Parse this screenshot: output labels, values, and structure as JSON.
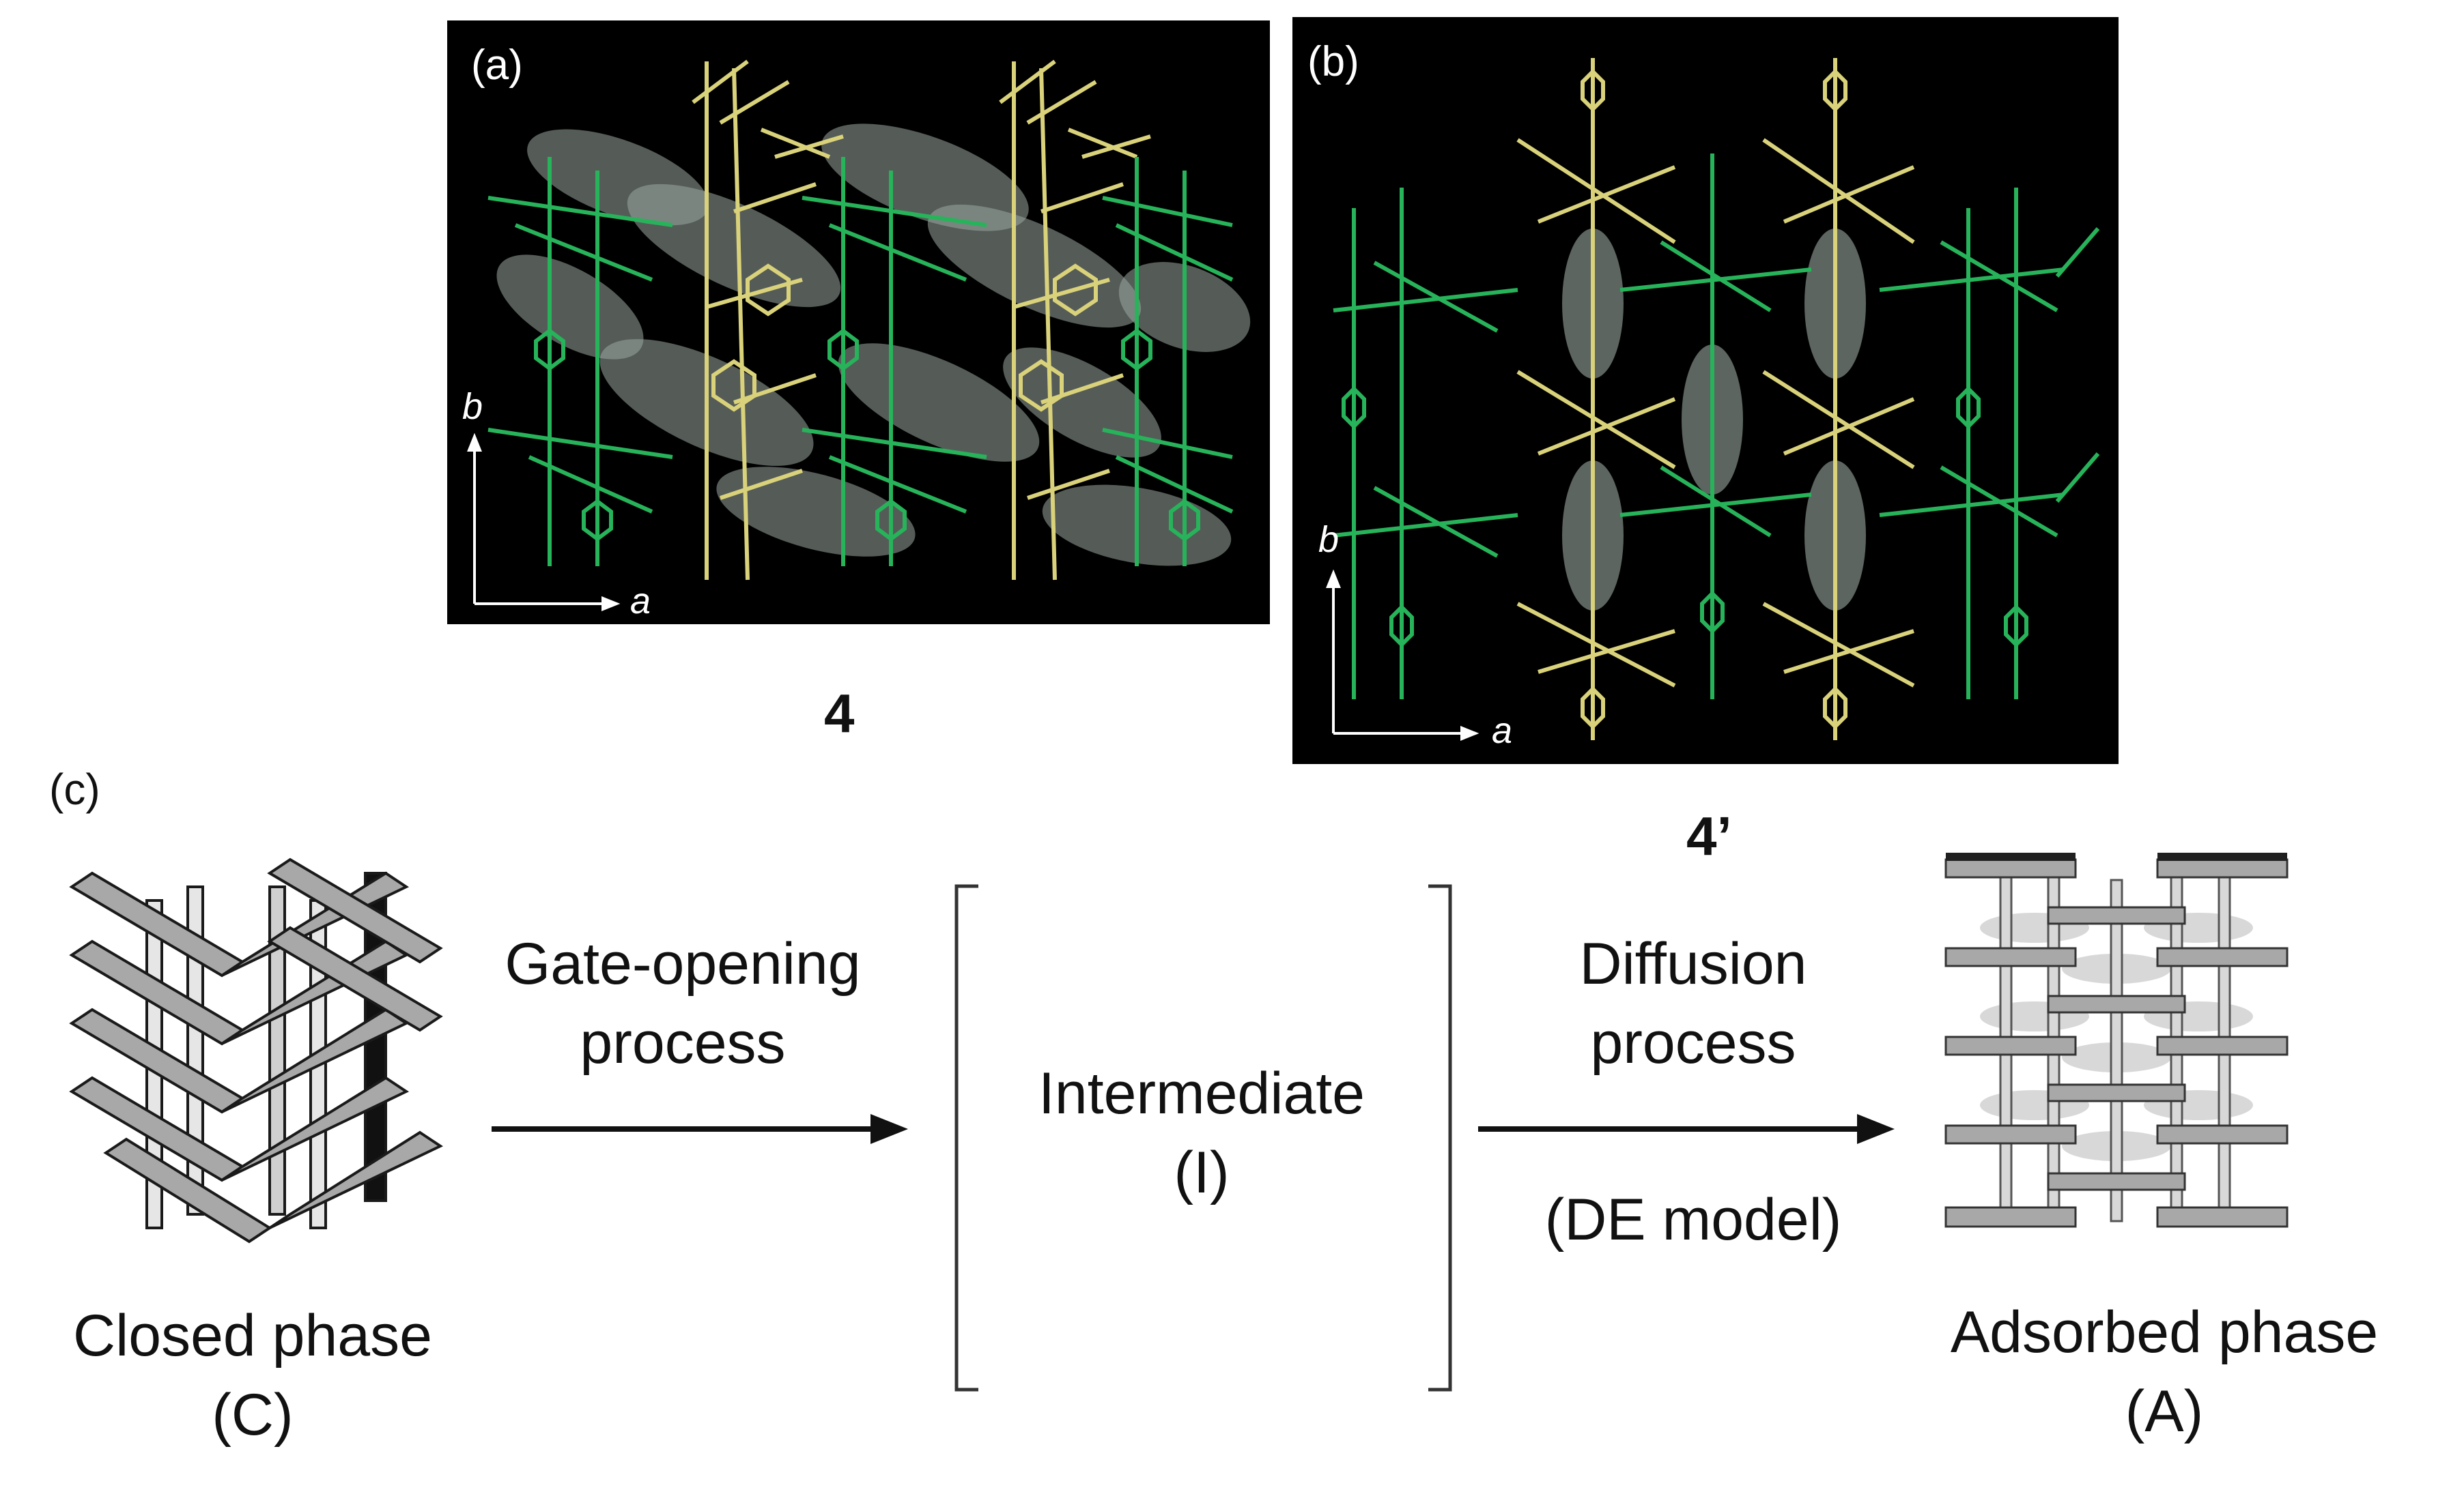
{
  "panels": {
    "a": {
      "label": "(a)",
      "axis_x": "a",
      "axis_y": "b"
    },
    "b": {
      "label": "(b)",
      "axis_x": "a",
      "axis_y": "b"
    }
  },
  "compounds": {
    "a": "4",
    "b": "4’"
  },
  "scheme": {
    "label": "(c)",
    "closed_line1": "Closed phase",
    "closed_line2": "(C)",
    "gate_line1": "Gate-opening",
    "gate_line2": "process",
    "intermediate_line1": "Intermediate",
    "intermediate_line2": "(I)",
    "diffusion_line1": "Diffusion",
    "diffusion_line2": "process",
    "diffusion_line3": "(DE model)",
    "adsorbed_line1": "Adsorbed phase",
    "adsorbed_line2": "(A)"
  },
  "colors": {
    "background": "#000000",
    "framework_green": "#27b35a",
    "framework_yellow": "#d9d27a",
    "pore_overlay": "#9aa8a0",
    "block_gray": "#a8a8a8",
    "block_dark": "#202020"
  }
}
